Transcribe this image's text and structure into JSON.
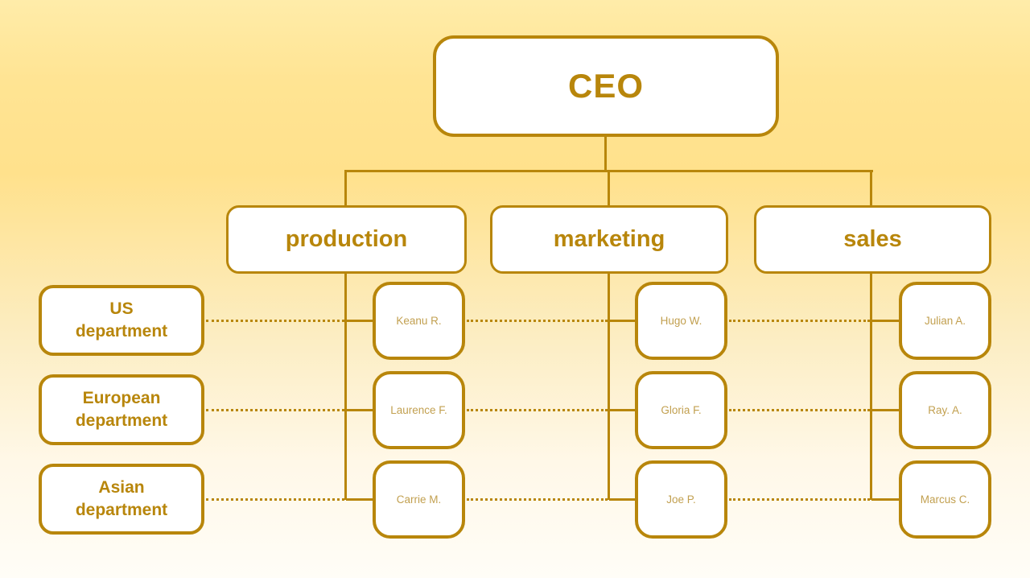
{
  "org_chart": {
    "root": {
      "label": "CEO"
    },
    "departments": [
      {
        "label": "production",
        "members": [
          "Keanu R.",
          "Laurence F.",
          "Carrie M."
        ]
      },
      {
        "label": "marketing",
        "members": [
          "Hugo W.",
          "Gloria F.",
          "Joe P."
        ]
      },
      {
        "label": "sales",
        "members": [
          "Julian A.",
          "Ray. A.",
          "Marcus C."
        ]
      }
    ],
    "regions": [
      {
        "label": "US department",
        "lines": [
          "US",
          "department"
        ]
      },
      {
        "label": "European department",
        "lines": [
          "European",
          "department"
        ]
      },
      {
        "label": "Asian department",
        "lines": [
          "Asian",
          "department"
        ]
      }
    ],
    "colors": {
      "line": "#b8860b",
      "header_text": "#b8860b",
      "member_text": "#c2a050",
      "box_bg": "#ffffff",
      "background_top": "#ffeca9",
      "background_mid": "#ffe18c",
      "background_bottom": "#fffdf7"
    }
  }
}
